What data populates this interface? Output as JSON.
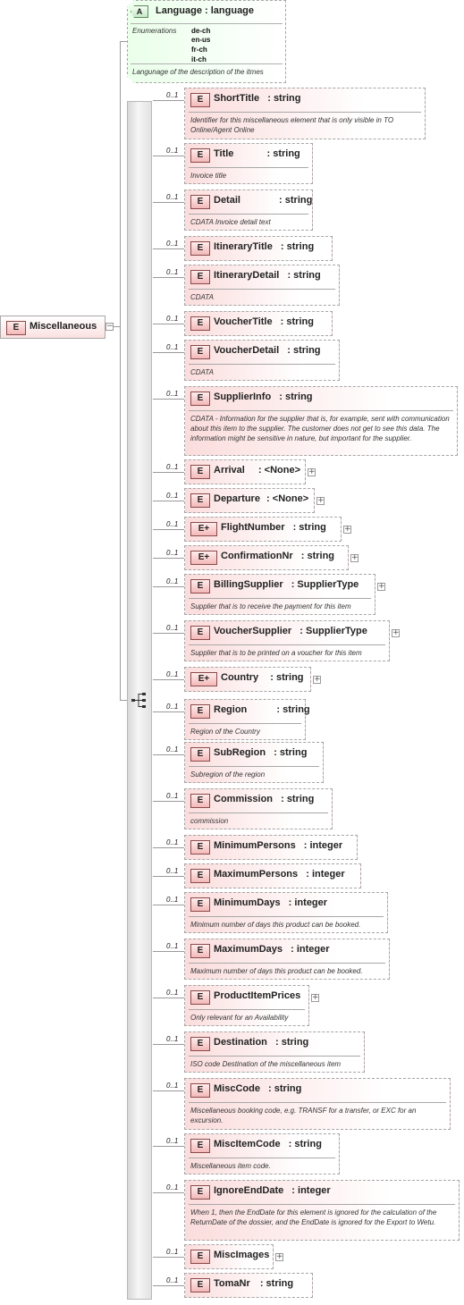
{
  "root": {
    "badge": "E",
    "name": "Miscellaneous"
  },
  "attribute": {
    "badge": "A",
    "name": "Language",
    "type": "language",
    "enum_label": "Enumerations",
    "enumerations": [
      "de-ch",
      "en-us",
      "fr-ch",
      "it-ch"
    ],
    "documentation": "Langunage of the description of the itmes"
  },
  "children": [
    {
      "badge": "E",
      "occ": "0..1",
      "name": "ShortTitle",
      "type": "string",
      "doc": "Identifier for this miscellaneous element that is only visible in TO Online/Agent Online"
    },
    {
      "badge": "E",
      "occ": "0..1",
      "name": "Title",
      "type": "string",
      "doc": "Invoice title"
    },
    {
      "badge": "E",
      "occ": "0..1",
      "name": "Detail",
      "type": "string",
      "doc": "CDATA Invoice detail text"
    },
    {
      "badge": "E",
      "occ": "0..1",
      "name": "ItineraryTitle",
      "type": "string",
      "doc": ""
    },
    {
      "badge": "E",
      "occ": "0..1",
      "name": "ItineraryDetail",
      "type": "string",
      "doc": "CDATA"
    },
    {
      "badge": "E",
      "occ": "0..1",
      "name": "VoucherTitle",
      "type": "string",
      "doc": ""
    },
    {
      "badge": "E",
      "occ": "0..1",
      "name": "VoucherDetail",
      "type": "string",
      "doc": "CDATA"
    },
    {
      "badge": "E",
      "occ": "0..1",
      "name": "SupplierInfo",
      "type": "string",
      "doc": "CDATA - Information for the supplier that is, for example, sent with communication about this item to the supplier. The customer does not get to see this data. The information might be sensitive in nature, but important for the supplier."
    },
    {
      "badge": "E",
      "occ": "0..1",
      "name": "Arrival",
      "type": "<None>",
      "doc": ""
    },
    {
      "badge": "E",
      "occ": "0..1",
      "name": "Departure",
      "type": "<None>",
      "doc": ""
    },
    {
      "badge": "E+",
      "occ": "0..1",
      "name": "FlightNumber",
      "type": "string",
      "doc": ""
    },
    {
      "badge": "E+",
      "occ": "0..1",
      "name": "ConfirmationNr",
      "type": "string",
      "doc": ""
    },
    {
      "badge": "E",
      "occ": "0..1",
      "name": "BillingSupplier",
      "type": "SupplierType",
      "doc": "Supplier that is to receive the payment for this item"
    },
    {
      "badge": "E",
      "occ": "0..1",
      "name": "VoucherSupplier",
      "type": "SupplierType",
      "doc": "Supplier that is to be printed on a voucher for this item"
    },
    {
      "badge": "E+",
      "occ": "0..1",
      "name": "Country",
      "type": "string",
      "doc": ""
    },
    {
      "badge": "E",
      "occ": "0..1",
      "name": "Region",
      "type": "string",
      "doc": "Region of the Country"
    },
    {
      "badge": "E",
      "occ": "0..1",
      "name": "SubRegion",
      "type": "string",
      "doc": "Subregion of the region"
    },
    {
      "badge": "E",
      "occ": "0..1",
      "name": "Commission",
      "type": "string",
      "doc": "commission"
    },
    {
      "badge": "E",
      "occ": "0..1",
      "name": "MinimumPersons",
      "type": "integer",
      "doc": ""
    },
    {
      "badge": "E",
      "occ": "0..1",
      "name": "MaximumPersons",
      "type": "integer",
      "doc": ""
    },
    {
      "badge": "E",
      "occ": "0..1",
      "name": "MinimumDays",
      "type": "integer",
      "doc": "Minimum number of days this product can be booked."
    },
    {
      "badge": "E",
      "occ": "0..1",
      "name": "MaximumDays",
      "type": "integer",
      "doc": "Maximum number of days this product can be booked."
    },
    {
      "badge": "E",
      "occ": "0..1",
      "name": "ProductItemPrices",
      "type": "",
      "doc": "Only relevant for an Availability"
    },
    {
      "badge": "E",
      "occ": "0..1",
      "name": "Destination",
      "type": "string",
      "doc": "ISO code Destination of the miscellaneous item"
    },
    {
      "badge": "E",
      "occ": "0..1",
      "name": "MiscCode",
      "type": "string",
      "doc": "Miscellaneous booking code, e.g. TRANSF for a transfer, or EXC for an excursion."
    },
    {
      "badge": "E",
      "occ": "0..1",
      "name": "MiscItemCode",
      "type": "string",
      "doc": "Miscellaneous item code."
    },
    {
      "badge": "E",
      "occ": "0..1",
      "name": "IgnoreEndDate",
      "type": "integer",
      "doc": "When 1, then the EndDate for this element is ignored for the calculation of the ReturnDate of the dossier, and the EndDate is ignored for the Export to Wetu."
    },
    {
      "badge": "E",
      "occ": "0..1",
      "name": "MiscImages",
      "type": "",
      "doc": ""
    },
    {
      "badge": "E",
      "occ": "0..1",
      "name": "TomaNr",
      "type": "string",
      "doc": ""
    }
  ]
}
